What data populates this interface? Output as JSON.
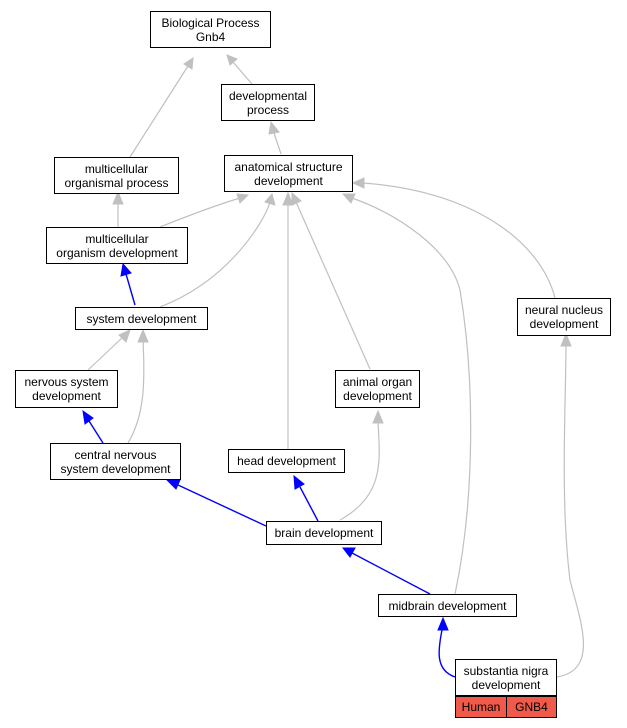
{
  "graph": {
    "nodes": {
      "biological_process": {
        "line1": "Biological Process",
        "line2": "Gnb4"
      },
      "developmental_process": {
        "line1": "developmental",
        "line2": "process"
      },
      "multicellular_organismal_process": {
        "line1": "multicellular",
        "line2": "organismal process"
      },
      "anatomical_structure_development": {
        "line1": "anatomical structure",
        "line2": "development"
      },
      "multicellular_organism_development": {
        "line1": "multicellular",
        "line2": "organism development"
      },
      "system_development": {
        "line1": "system development"
      },
      "neural_nucleus_development": {
        "line1": "neural nucleus",
        "line2": "development"
      },
      "nervous_system_development": {
        "line1": "nervous system",
        "line2": "development"
      },
      "animal_organ_development": {
        "line1": "animal organ",
        "line2": "development"
      },
      "central_nervous_system_development": {
        "line1": "central nervous",
        "line2": "system development"
      },
      "head_development": {
        "line1": "head development"
      },
      "brain_development": {
        "line1": "brain development"
      },
      "midbrain_development": {
        "line1": "midbrain development"
      },
      "substantia_nigra_development": {
        "line1": "substantia nigra",
        "line2": "development"
      }
    },
    "annotation": {
      "species": "Human",
      "gene": "GNB4"
    },
    "colors": {
      "edge_gray": "#c0c0c0",
      "edge_blue": "#0000ff",
      "annotation_fill": "#f05a4a",
      "node_border": "#000000"
    }
  }
}
